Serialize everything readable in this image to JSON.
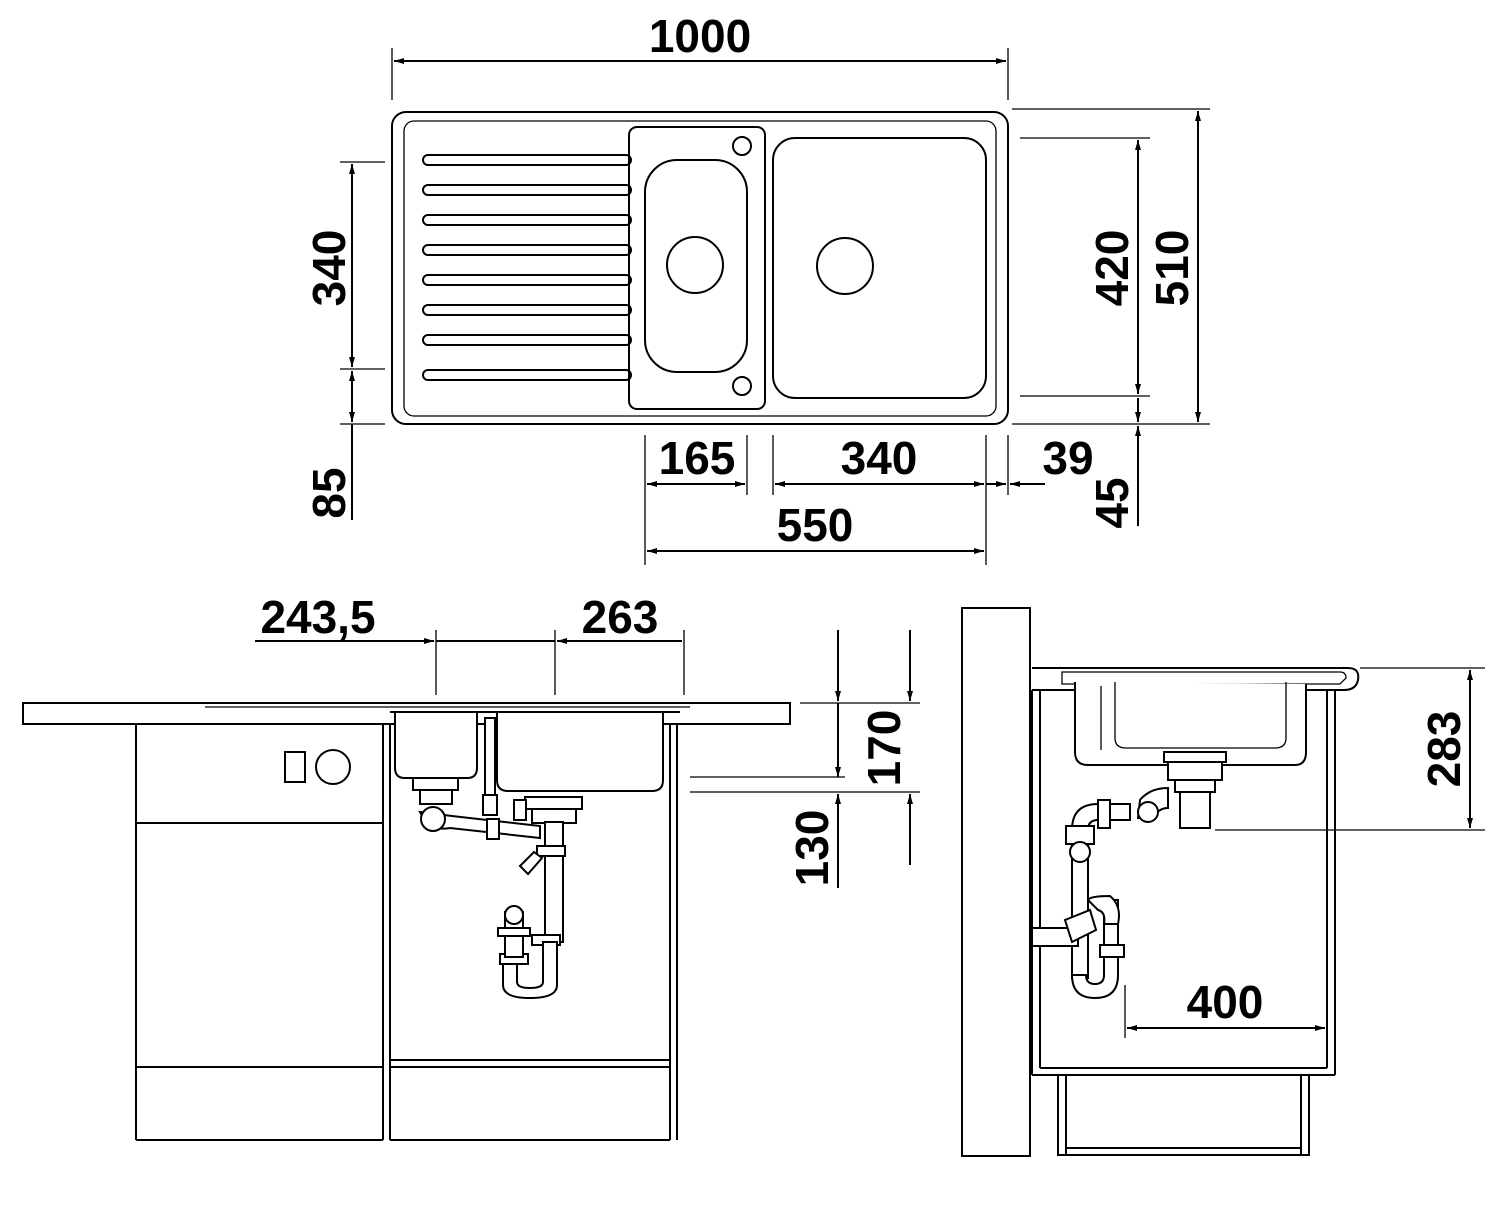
{
  "dimensions": {
    "top_view": {
      "overall_width": "1000",
      "drainer_height": "340",
      "front_margin": "85",
      "bowl_height": "420",
      "overall_depth": "510",
      "small_bowl_width": "165",
      "large_bowl_width": "340",
      "side_margin": "39",
      "bowl_front_margin": "45",
      "bowls_total_width": "550"
    },
    "front_view": {
      "small_bowl_center": "243,5",
      "large_bowl_center": "263",
      "bowl_depth": "170",
      "outlet_height": "130"
    },
    "side_view": {
      "total_height": "283",
      "cabinet_width": "400"
    }
  }
}
